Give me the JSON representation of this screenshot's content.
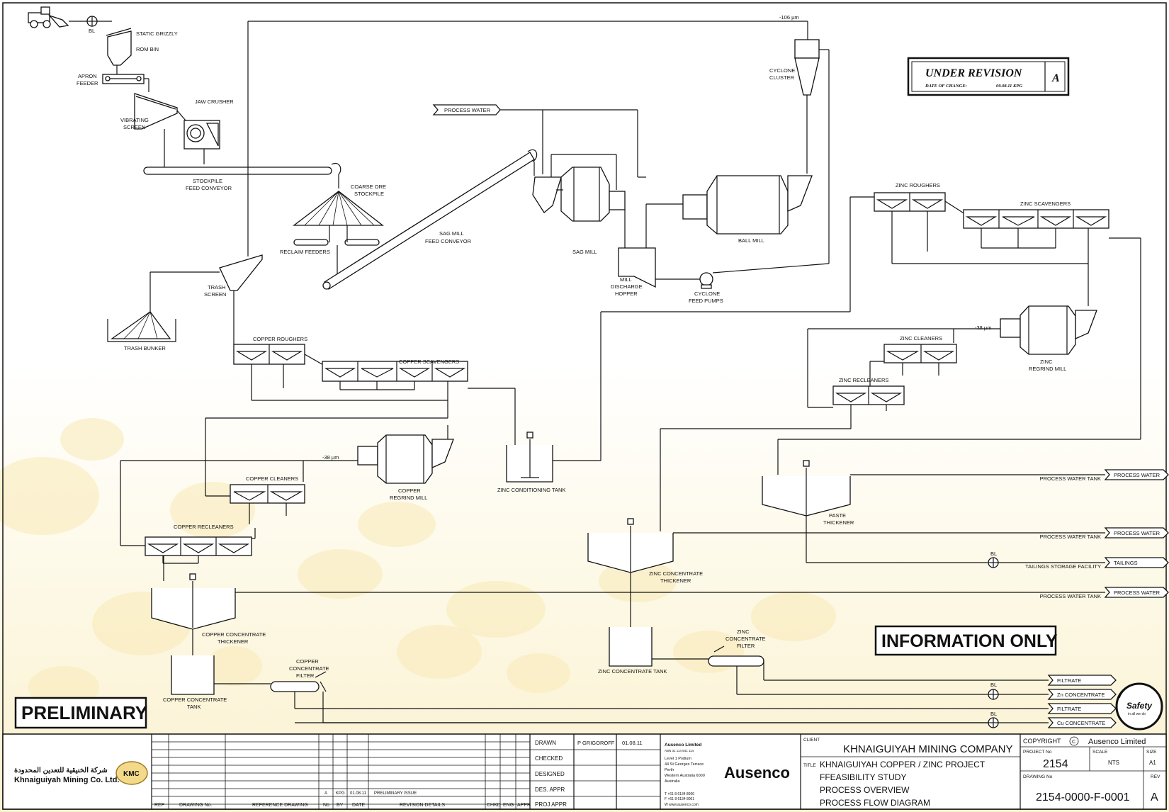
{
  "revision_stamp": {
    "title": "UNDER REVISION",
    "date_label": "DATE OF CHANGE:",
    "date_value": "09.08.11 KPG",
    "rev": "A"
  },
  "stamps": {
    "information_only": "INFORMATION ONLY",
    "preliminary": "PRELIMINARY"
  },
  "equipment": {
    "bl_1": "BL",
    "static_grizzly": "STATIC GRIZZLY",
    "rom_bin": "ROM BIN",
    "apron_feeder": [
      "APRON",
      "FEEDER"
    ],
    "jaw_crusher": "JAW CRUSHER",
    "vibrating_screen": [
      "VIBRATING",
      "SCREEN"
    ],
    "stockpile_conveyor": [
      "STOCKPILE",
      "FEED CONVEYOR"
    ],
    "coarse_ore_stockpile": [
      "COARSE ORE",
      "STOCKPILE"
    ],
    "reclaim_feeders": "RECLAIM FEEDERS",
    "sag_mill_conveyor": [
      "SAG MILL",
      "FEED CONVEYOR"
    ],
    "trash_screen": [
      "TRASH",
      "SCREEN"
    ],
    "trash_bunker": "TRASH BUNKER",
    "process_water_in": "PROCESS WATER",
    "cyclone_cluster": [
      "CYCLONE",
      "CLUSTER"
    ],
    "cyclone_size": "-106 µm",
    "sag_mill": "SAG MILL",
    "ball_mill": "BALL MILL",
    "mill_discharge_hopper": [
      "MILL",
      "DISCHARGE",
      "HOPPER"
    ],
    "cyclone_feed_pumps": [
      "CYCLONE",
      "FEED PUMPS"
    ],
    "copper_roughers": "COPPER ROUGHERS",
    "copper_scavengers": "COPPER SCAVENGERS",
    "copper_regrind_size": "-38 µm",
    "copper_regrind_mill": [
      "COPPER",
      "REGRIND MILL"
    ],
    "copper_cleaners": "COPPER CLEANERS",
    "copper_recleaners": "COPPER RECLEANERS",
    "zinc_conditioning_tank": "ZINC CONDITIONING TANK",
    "copper_concentrate_thickener": [
      "COPPER CONCENTRATE",
      "THICKENER"
    ],
    "copper_concentrate_tank": [
      "COPPER CONCENTRATE",
      "TANK"
    ],
    "copper_concentrate_filter": [
      "COPPER",
      "CONCENTRATE",
      "FILTER"
    ],
    "zinc_roughers": "ZINC ROUGHERS",
    "zinc_scavengers": "ZINC SCAVENGERS",
    "zinc_regrind_size": "-38 µm",
    "zinc_regrind_mill": [
      "ZINC",
      "REGRIND MILL"
    ],
    "zinc_cleaners": "ZINC CLEANERS",
    "zinc_recleaners": "ZINC RECLEANERS",
    "paste_thickener": [
      "PASTE",
      "THICKENER"
    ],
    "zinc_concentrate_thickener": [
      "ZINC CONCENTRATE",
      "THICKENER"
    ],
    "zinc_concentrate_tank": "ZINC CONCENTRATE TANK",
    "zinc_concentrate_filter": [
      "ZINC",
      "CONCENTRATE",
      "FILTER"
    ],
    "bl": "BL"
  },
  "outputs": [
    {
      "dest": "PROCESS WATER TANK",
      "label": "PROCESS WATER"
    },
    {
      "dest": "PROCESS WATER TANK",
      "label": "PROCESS WATER"
    },
    {
      "dest": "TAILINGS STORAGE FACILITY",
      "label": "TAILINGS"
    },
    {
      "dest": "PROCESS WATER TANK",
      "label": "PROCESS WATER"
    },
    {
      "dest": "",
      "label": "FILTRATE"
    },
    {
      "dest": "",
      "label": "Zn CONCENTRATE"
    },
    {
      "dest": "",
      "label": "FILTRATE"
    },
    {
      "dest": "",
      "label": "Cu CONCENTRATE"
    }
  ],
  "safety_logo": {
    "main": "Safety",
    "sub": "in all we do"
  },
  "title_block": {
    "company_arabic": "شركة الخنيقية للتعدين المحدودة",
    "company_english": "Khnaiguiyah Mining Co. Ltd.",
    "logo_text": "KMC",
    "revision_row": {
      "no": "A",
      "by": "KPG",
      "date": "01.08.11",
      "details": "PRELIMINARY ISSUE"
    },
    "headers": {
      "ref": "REF",
      "drawing_no": "DRAWING No.",
      "reference_drawing": "REFERENCE DRAWING",
      "no": "No",
      "by": "BY",
      "date": "DATE",
      "revision_details": "REVISION DETAILS",
      "chkd": "CHKD",
      "eng": "ENG",
      "appr": "APPR"
    },
    "signoff": {
      "drawn": "DRAWN",
      "drawn_by": "P GRIGOROFF",
      "drawn_date": "01.08.11",
      "checked": "CHECKED",
      "designed": "DESIGNED",
      "des_appr": "DES. APPR",
      "proj_appr": "PROJ APPR"
    },
    "consultant": {
      "name": "Ausenco Limited",
      "abn": "ABN 31 114 541 114",
      "address": [
        "Level 1 Podium",
        "44 St Georges Terrace",
        "Perth",
        "Western Australia 6000",
        "Australia"
      ],
      "phone": "T +61 8 6134 8000",
      "fax": "F +61 8 6134 8001",
      "web": "W www.ausenco.com",
      "logo": "Ausenco"
    },
    "client_label": "CLIENT",
    "client": "KHNAIGUIYAH MINING COMPANY",
    "title_label": "TITLE",
    "title_lines": [
      "KHNAIGUIYAH COPPER / ZINC PROJECT",
      "FFEASIBILITY STUDY",
      "PROCESS OVERVIEW",
      "PROCESS FLOW DIAGRAM"
    ],
    "copyright_label": "COPYRIGHT",
    "copyright_symbol": "C",
    "copyright_owner": "Ausenco Limited",
    "project_no_label": "PROJECT No",
    "project_no": "2154",
    "scale_label": "SCALE",
    "scale": "NTS",
    "size_label": "SIZE",
    "size": "A1",
    "drawing_no_label": "DRAWING No",
    "drawing_no": "2154-0000-F-0001",
    "rev_label": "REV",
    "rev": "A"
  }
}
